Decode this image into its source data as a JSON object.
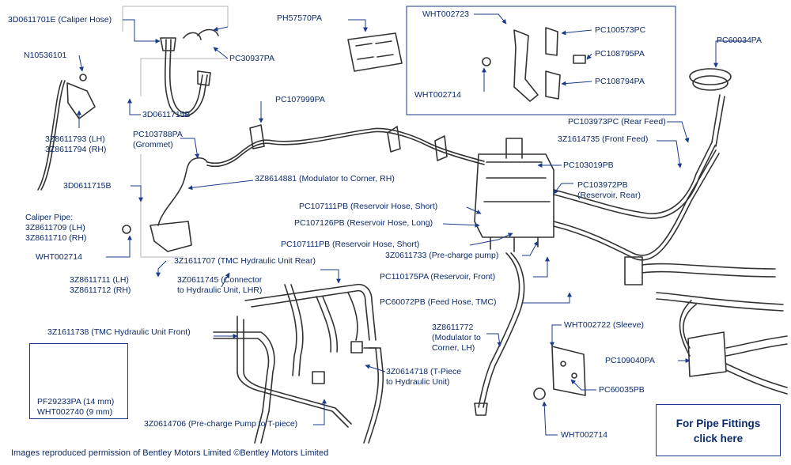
{
  "labels": {
    "l01": "3D0611701E (Caliper Hose)",
    "l02": "PC30937PA",
    "l03": "N10536101",
    "l04": "3D0611715B",
    "l05": [
      "3Z8611793 (LH)",
      "3Z8611794 (RH)"
    ],
    "l06": [
      "PC103788PA",
      "(Grommet)"
    ],
    "l07": "PC107999PA",
    "l08": "PH57570PA",
    "l09": "WHT002723",
    "l10": "PC100573PC",
    "l11": "PC108795PA",
    "l12": "PC108794PA",
    "l13": "WHT002714",
    "l14": "PC60034PA",
    "l15": "PC103973PC (Rear Feed)",
    "l16": "3Z1614735 (Front Feed)",
    "l17": "PC103019PB",
    "l18": [
      "PC103972PB",
      "(Reservoir, Rear)"
    ],
    "l19": "3Z8614881 (Modulator to Corner, RH)",
    "l20": "3D0611715B",
    "l21": [
      "Caliper Pipe:",
      "3Z8611709 (LH)",
      "3Z8611710 (RH)"
    ],
    "l22": "WHT002714",
    "l23": "PC107111PB (Reservoir Hose, Short)",
    "l24": "PC107126PB (Reservoir Hose, Long)",
    "l25": "PC107111PB (Reservoir Hose, Short)",
    "l26": "3Z0611733 (Pre-charge pump)",
    "l27": "3Z1611707 (TMC Hydraulic Unit Rear)",
    "l28": [
      "3Z8611711 (LH)",
      "3Z8611712 (RH)"
    ],
    "l29": [
      "3Z0611745 (Connector",
      "to Hydraulic Unit, LHR)"
    ],
    "l30": "PC110175PA (Reservoir, Front)",
    "l31": "PC60072PB (Feed Hose, TMC)",
    "l32": "3Z1611738 (TMC Hydraulic Unit Front)",
    "l33": [
      "3Z8611772",
      "(Modulator to",
      "Corner, LH)"
    ],
    "l34": "WHT002722 (Sleeve)",
    "l35": "PC109040PA",
    "l36": [
      "3Z0614718 (T-Piece",
      "to Hydraulic Unit)"
    ],
    "l37": "PC60035PB",
    "l38": "3Z0614706 (Pre-charge Pump to T-piece)",
    "l39": "WHT002714"
  },
  "inset": [
    "PF29233PA (14 mm)",
    "WHT002740 (9 mm)"
  ],
  "fittings_link": [
    "For Pipe Fittings",
    "click here"
  ],
  "copyright": "Images reproduced permission of Bentley Motors Limited ©Bentley Motors Limited",
  "colors": {
    "label": "#0b2a6b",
    "arrow": "#1a3a8a",
    "drawing": "#3a3a3a"
  }
}
